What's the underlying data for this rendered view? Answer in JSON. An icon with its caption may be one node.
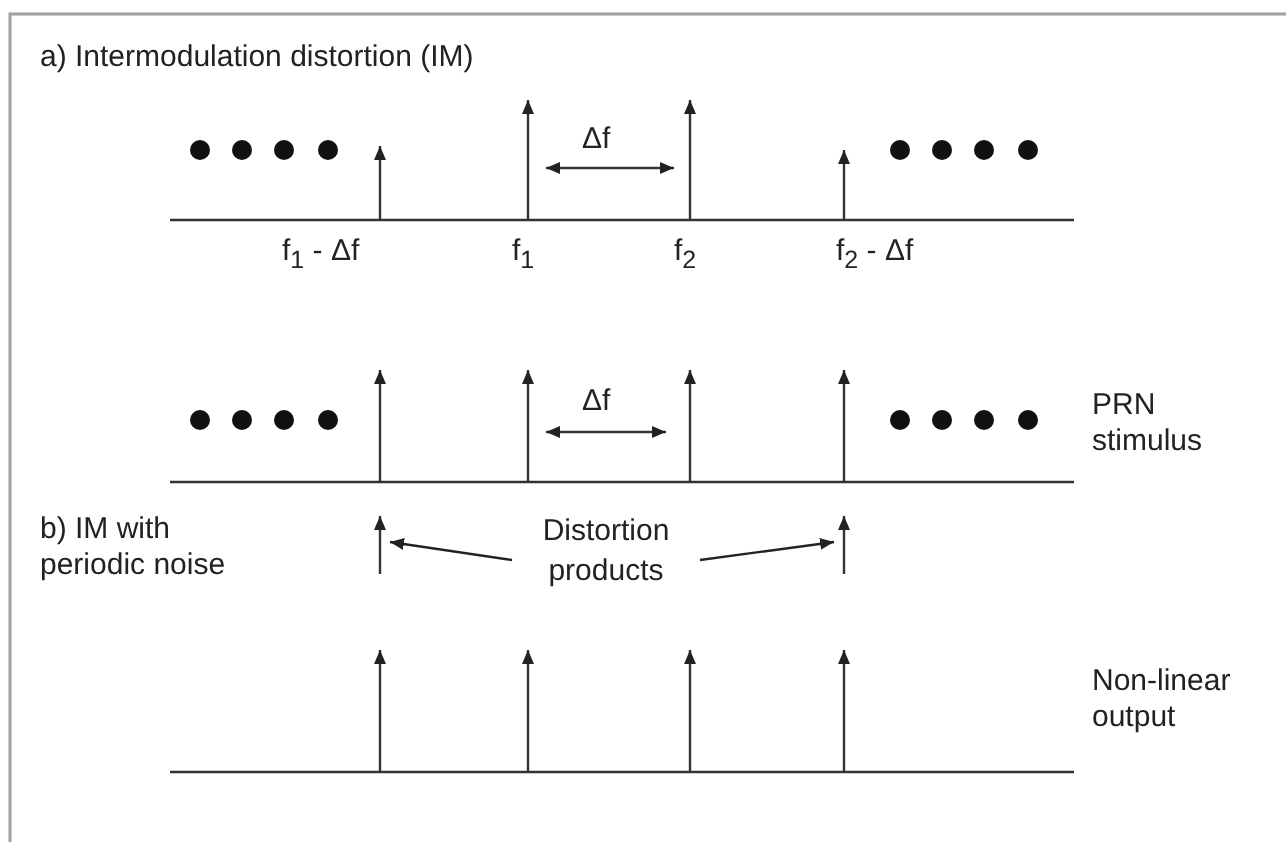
{
  "diagram": {
    "nodes": [
      {
        "text": [
          "Distortion products"
        ]
      },
      {
        "text": [],
        "shape": "line"
      },
      {
        "text": [],
        "shape": "line"
      }
    ],
    "edges": [
      {
        "from": 0,
        "to": 1,
        "arrow": "to"
      },
      {
        "from": 0,
        "to": 2,
        "arrow": "to"
      }
    ],
    "labels": [
      "a) Intermodulation distortion (IM)",
      "Δf",
      "f$_{1}$ - Δf",
      "f$_{1}$",
      "f$_{2}$",
      "f$_{2}$ - Δf",
      "Δf",
      "PRN stimulus",
      "b) IM with periodic noise",
      "Non-linear output"
    ]
  }
}
